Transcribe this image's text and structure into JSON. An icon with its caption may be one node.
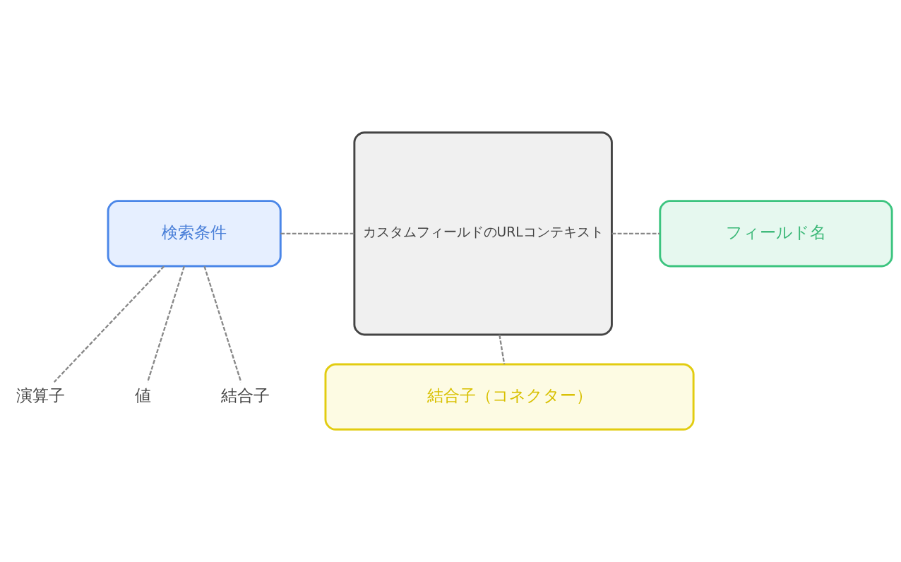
{
  "diagram": {
    "nodes": [
      {
        "text": [
          "カスタムフィールドのURLコンテキスト"
        ]
      },
      {
        "text": [
          "検索条件"
        ]
      },
      {
        "text": [
          "フィールド名"
        ]
      },
      {
        "text": [
          "結合子（コネクター）"
        ]
      },
      {
        "text": [
          "演算子"
        ]
      },
      {
        "text": [
          "値"
        ]
      },
      {
        "text": [
          "結合子"
        ]
      }
    ],
    "edges": [
      {
        "from": 1,
        "to": 0,
        "arrow": "none",
        "style": "dashed"
      },
      {
        "from": 0,
        "to": 2,
        "arrow": "none",
        "style": "dashed"
      },
      {
        "from": 0,
        "to": 3,
        "arrow": "none",
        "style": "dashed"
      },
      {
        "from": 1,
        "to": 4,
        "arrow": "none",
        "style": "dashed"
      },
      {
        "from": 1,
        "to": 5,
        "arrow": "none",
        "style": "dashed"
      },
      {
        "from": 1,
        "to": 6,
        "arrow": "none",
        "style": "dashed"
      }
    ]
  }
}
